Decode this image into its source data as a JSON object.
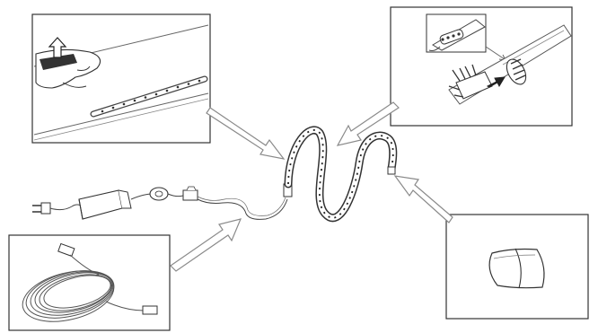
{
  "diagram": {
    "panels": [
      {
        "id": "mounting",
        "content": "strip-adhesive-mounting-illustration"
      },
      {
        "id": "connector",
        "content": "strip-end-pin-connector-illustration"
      },
      {
        "id": "extension-cable",
        "content": "coiled-extension-cable-illustration"
      },
      {
        "id": "end-cap",
        "content": "strip-end-cap-illustration"
      }
    ],
    "center": {
      "content": "led-strip-kit-with-driver-and-controller"
    },
    "colors": {
      "line": "#555555",
      "light_line": "#9a9a9a",
      "arrow_fill": "#ffffff",
      "dark_arrow": "#222222"
    }
  }
}
